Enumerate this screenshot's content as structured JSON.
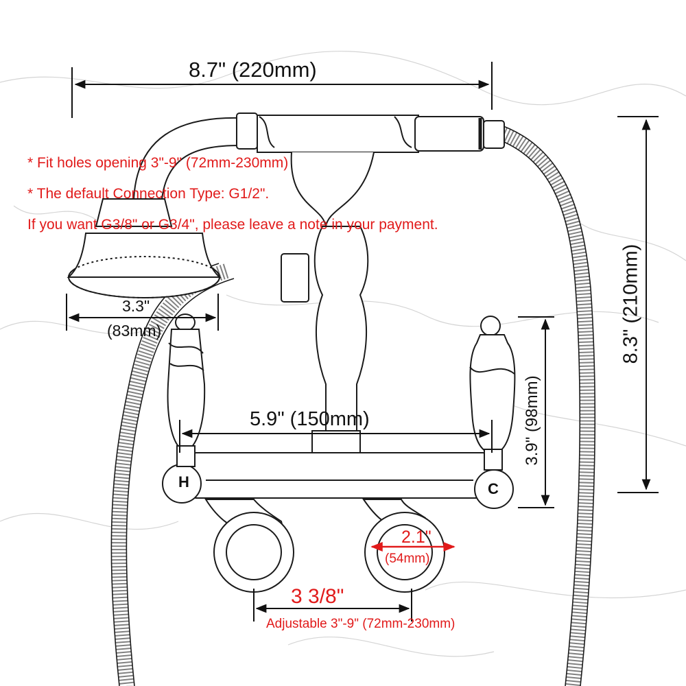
{
  "colors": {
    "background": "#ffffff",
    "line_art": "#1a1a1a",
    "dimension": "#111111",
    "note_text": "#e11a1a",
    "marble_vein": "#cfcfcf"
  },
  "notes": {
    "line1": "* Fit holes opening 3\"-9\" (72mm-230mm)",
    "line2": "* The default Connection Type: G1/2\".",
    "line3": "If you want G3/8\" or G3/4\", please leave a note in your payment."
  },
  "dimensions": {
    "total_width": "8.7\" (220mm)",
    "total_height": "8.3\" (210mm)",
    "head_width_in": "3.3\"",
    "head_width_mm": "(83mm)",
    "spout_width": "5.9\" (150mm)",
    "handle_height": "3.9\" (98mm)",
    "flange_in": "2.1\"",
    "flange_mm": "(54mm)",
    "center_distance": "3 3/8\"",
    "center_adjustable": "Adjustable 3\"-9\" (72mm-230mm)"
  },
  "handles": {
    "hot": "H",
    "cold": "C"
  }
}
